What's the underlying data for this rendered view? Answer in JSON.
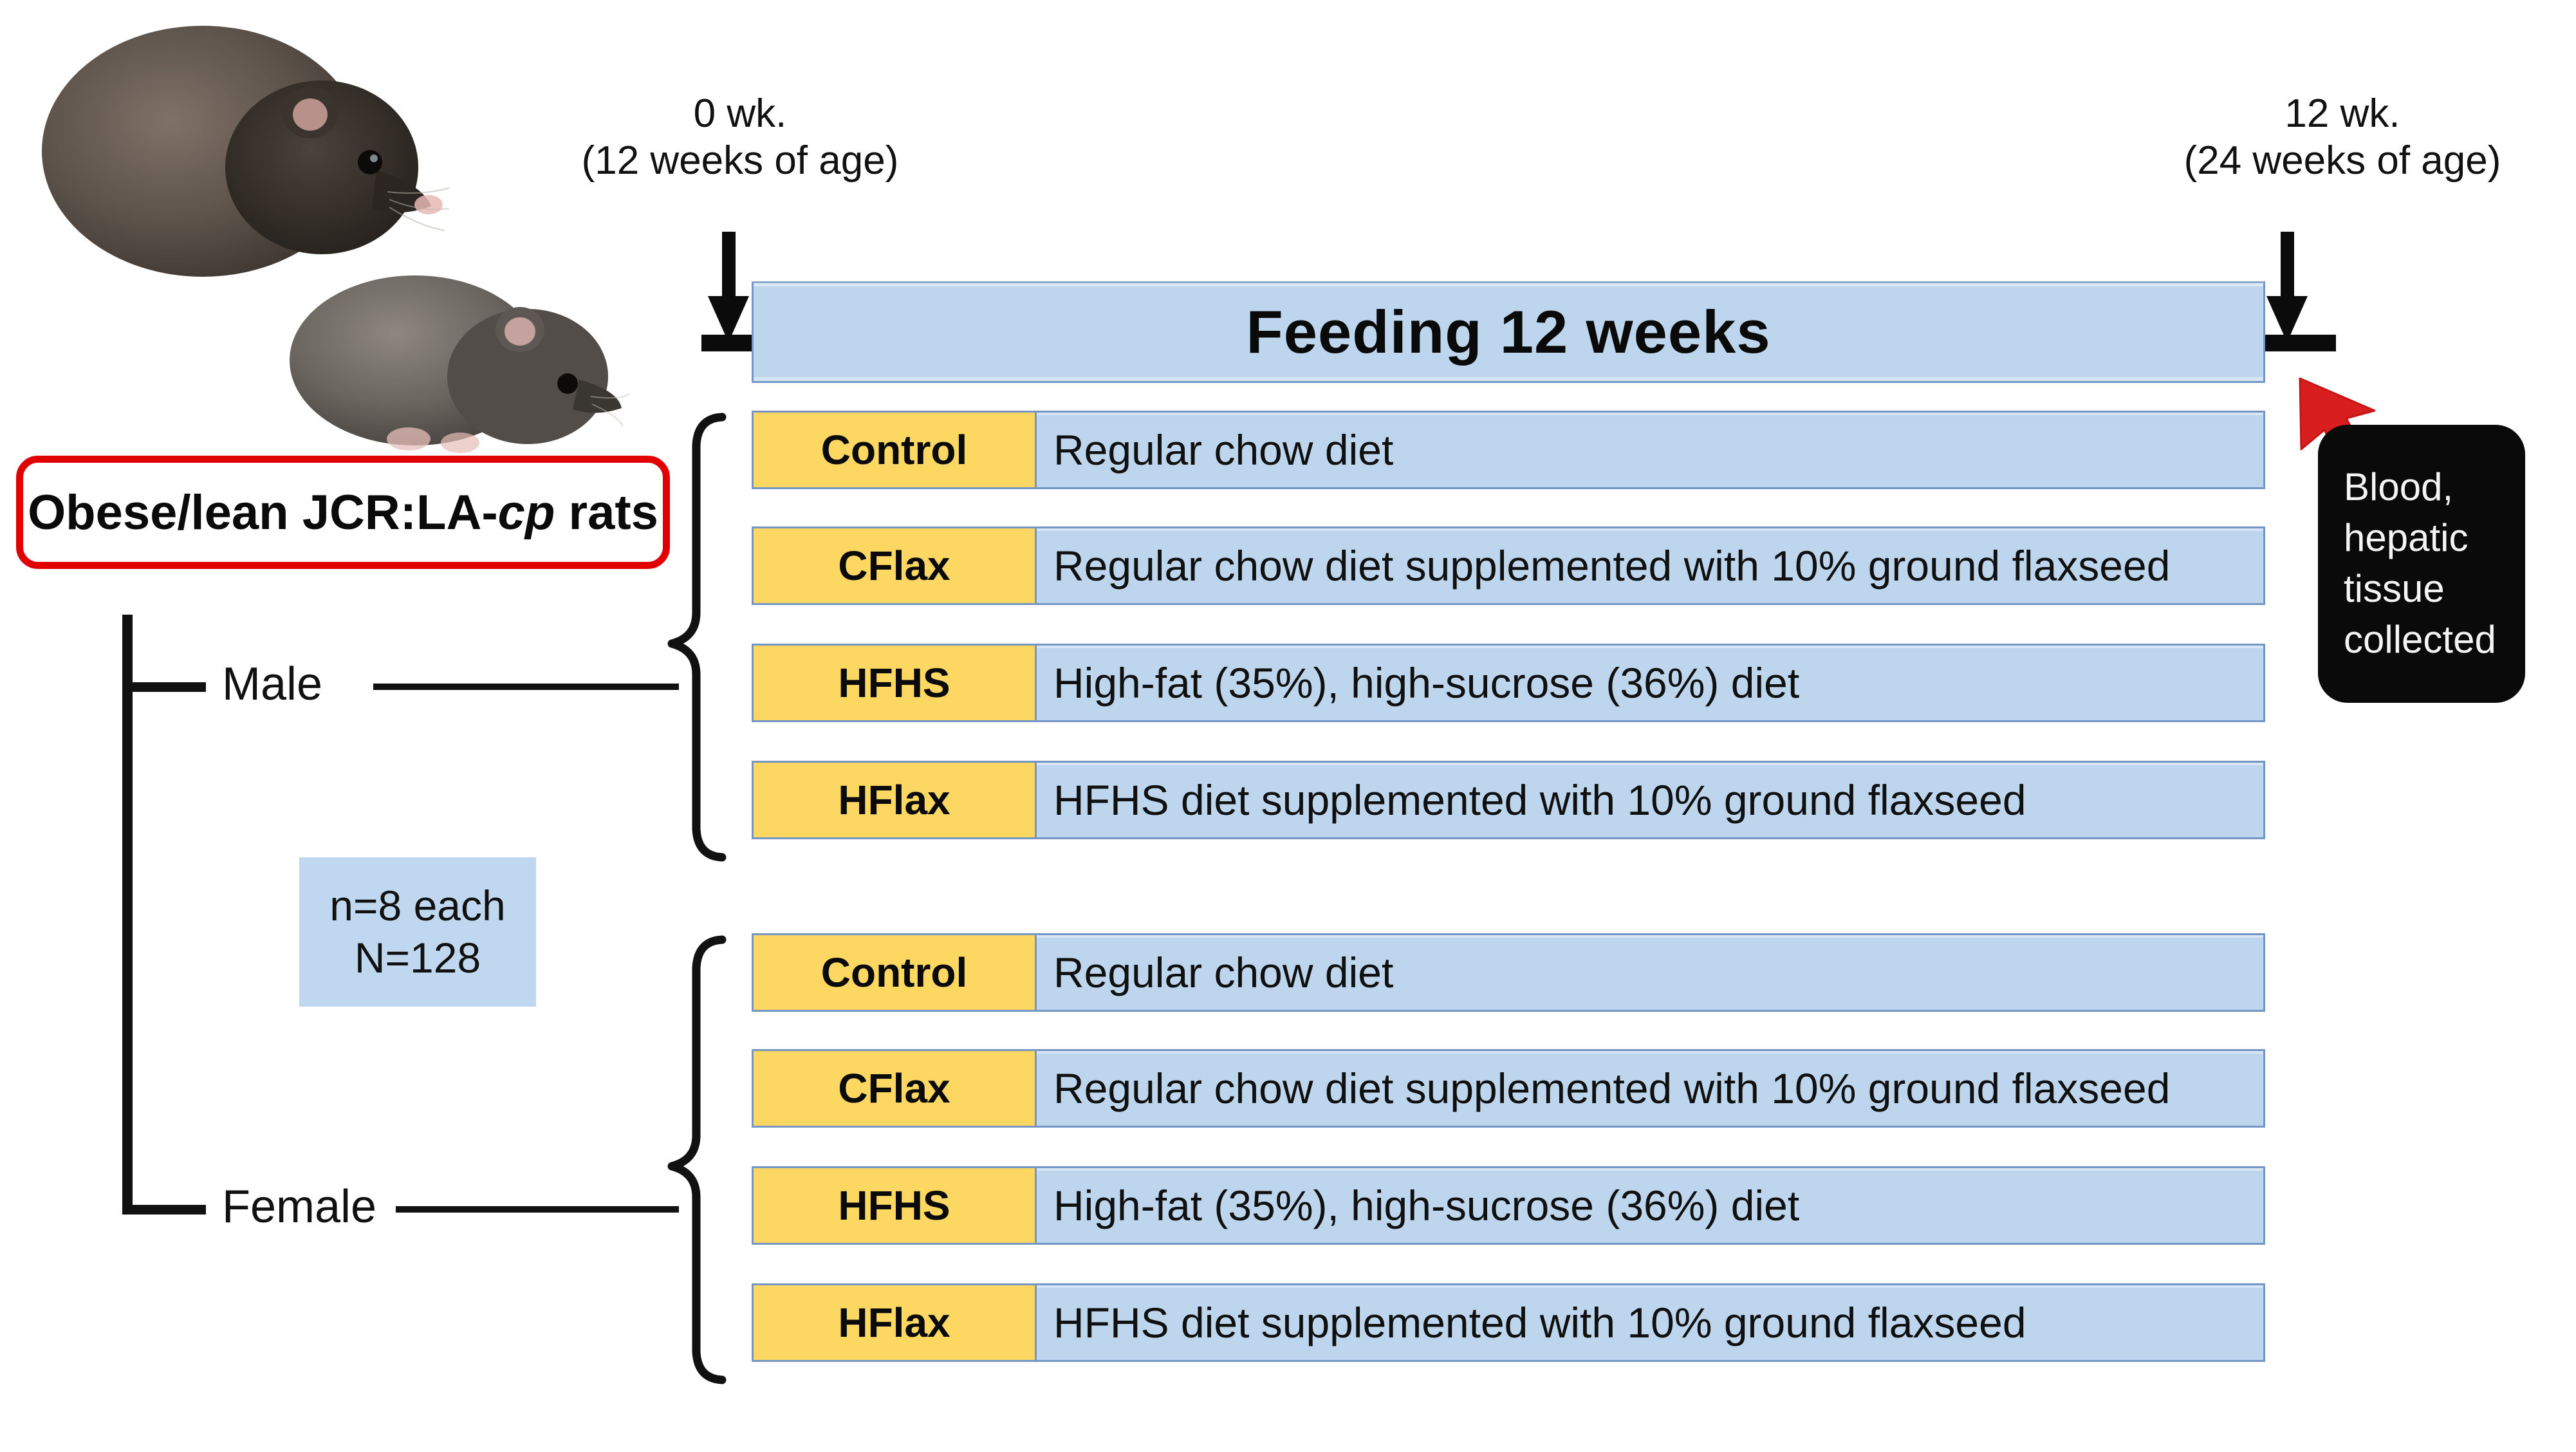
{
  "figure": {
    "type": "study-design-flow-diagram",
    "animals": {
      "group_label": "Obese/lean JCR:LA-",
      "gene_italic": "cp",
      "group_label_tail": " rats",
      "full_label": "Obese/lean JCR:LA-cp rats",
      "rat_images": [
        "obese-rat-photo",
        "lean-rat-photo"
      ],
      "sexes": [
        "Male",
        "Female"
      ],
      "sample_size_line1": "n=8 each",
      "sample_size_line2": "N=128"
    },
    "timeline": {
      "start": {
        "week": "0 wk.",
        "age": "(12 weeks of age)"
      },
      "end": {
        "week": "12 wk.",
        "age": "(24 weeks of age)"
      },
      "bar_label": "Feeding 12 weeks"
    },
    "endpoint": {
      "lines": [
        "Blood,",
        "hepatic",
        "tissue",
        "collected"
      ]
    },
    "diet_groups": [
      {
        "sex": "Male",
        "rows": [
          {
            "name": "Control",
            "description": "Regular chow diet"
          },
          {
            "name": "CFlax",
            "description": "Regular chow diet supplemented with 10% ground flaxseed"
          },
          {
            "name": "HFHS",
            "description": "High-fat (35%), high-sucrose (36%) diet"
          },
          {
            "name": "HFlax",
            "description": "HFHS  diet supplemented with 10% ground flaxseed"
          }
        ]
      },
      {
        "sex": "Female",
        "rows": [
          {
            "name": "Control",
            "description": "Regular chow diet"
          },
          {
            "name": "CFlax",
            "description": "Regular chow diet supplemented with 10% ground flaxseed"
          },
          {
            "name": "HFHS",
            "description": "High-fat (35%), high-sucrose (36%) diet"
          },
          {
            "name": "HFlax",
            "description": "HFHS  diet supplemented with 10% ground flaxseed"
          }
        ]
      }
    ],
    "colors": {
      "diet_label_fill": "#fcd862",
      "diet_desc_fill": "#bed6ed",
      "cell_border": "#7396c4",
      "rat_box_border": "#e00000",
      "endpoint_box_fill": "#0a0a0a",
      "endpoint_arrow": "#d81e1e",
      "n_box_fill": "#bfd8ef",
      "line_color": "#111111"
    }
  }
}
